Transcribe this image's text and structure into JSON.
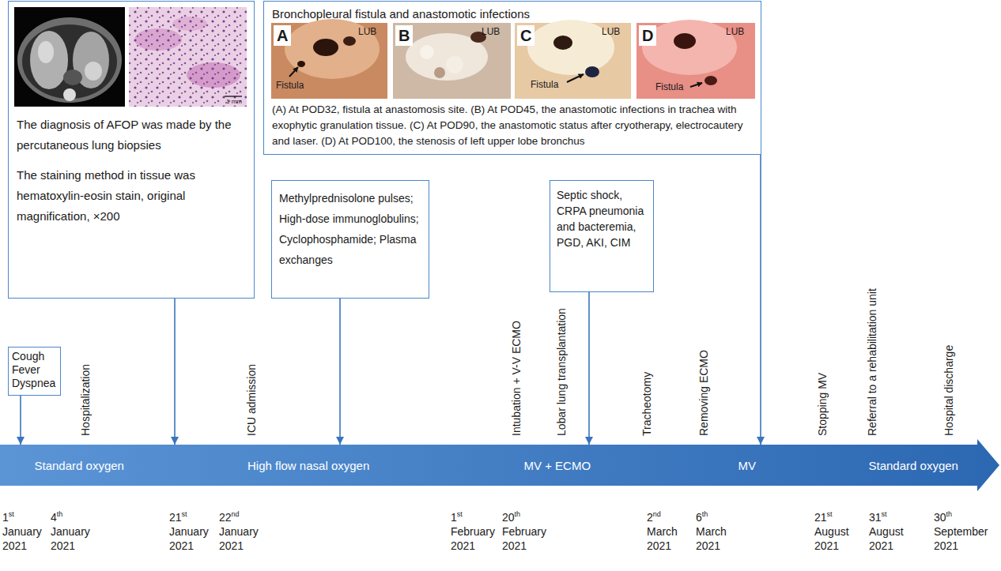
{
  "diagram": {
    "nodes": [
      {
        "text": [
          "The diagnosis of AFOP was made by the percutaneous lung biopsies",
          "The staining method in tissue was hematoxylin-eosin stain, original magnification, ×200"
        ]
      },
      {
        "text": [
          "Bronchopleural fistula and anastomotic infections",
          "(A) At POD32, fistula at anastomosis site. (B) At POD45, the anastomotic infections in trachea with exophytic granulation tissue. (C) At POD90, the anastomotic status after cryotherapy, electrocautery and laser. (D) At POD100, the stenosis of left upper lobe bronchus"
        ]
      },
      {
        "text": [
          "A",
          "LUB",
          "Fistula"
        ],
        "in": 1
      },
      {
        "text": [
          "B",
          "LUB"
        ],
        "in": 1
      },
      {
        "text": [
          "C",
          "LUB",
          "Fistula"
        ],
        "in": 1
      },
      {
        "text": [
          "D",
          "LUB",
          "Fistula"
        ],
        "in": 1
      },
      {
        "text": [
          "Methylprednisolone pulses; High-dose immunoglobulins; Cyclophosphamide; Plasma exchanges"
        ]
      },
      {
        "text": [
          "Septic shock, CRPA pneumonia and bacteremia, PGD, AKI, CIM"
        ]
      },
      {
        "text": [
          "Cough Fever Dyspnea"
        ]
      },
      {
        "text": [
          "Standard oxygen",
          "High flow nasal oxygen",
          "MV + ECMO",
          "MV",
          "Standard oxygen"
        ]
      }
    ],
    "edges": [
      {
        "from": 8,
        "to": 9,
        "arrow": "to"
      },
      {
        "from": 0,
        "to": 9,
        "arrow": "to"
      },
      {
        "from": 6,
        "to": 9,
        "arrow": "to"
      },
      {
        "from": 7,
        "to": 9,
        "arrow": "to"
      },
      {
        "from": 1,
        "to": 9,
        "arrow": "to"
      }
    ],
    "labels": [
      "1 mm",
      "Hospitalization",
      "ICU admission",
      "Intubation + V-V ECMO",
      "Lobar lung transplantation",
      "Tracheotomy",
      "Removing ECMO",
      "Stopping MV",
      "Referral to a rehabilitation unit",
      "Hospital discharge",
      "1st January 2021",
      "4th January 2021",
      "21st January 2021",
      "22nd January 2021",
      "1st February 2021",
      "20th February 2021",
      "2nd March 2021",
      "6th March 2021",
      "21st August 2021",
      "31st August 2021",
      "30th September 2021"
    ]
  }
}
